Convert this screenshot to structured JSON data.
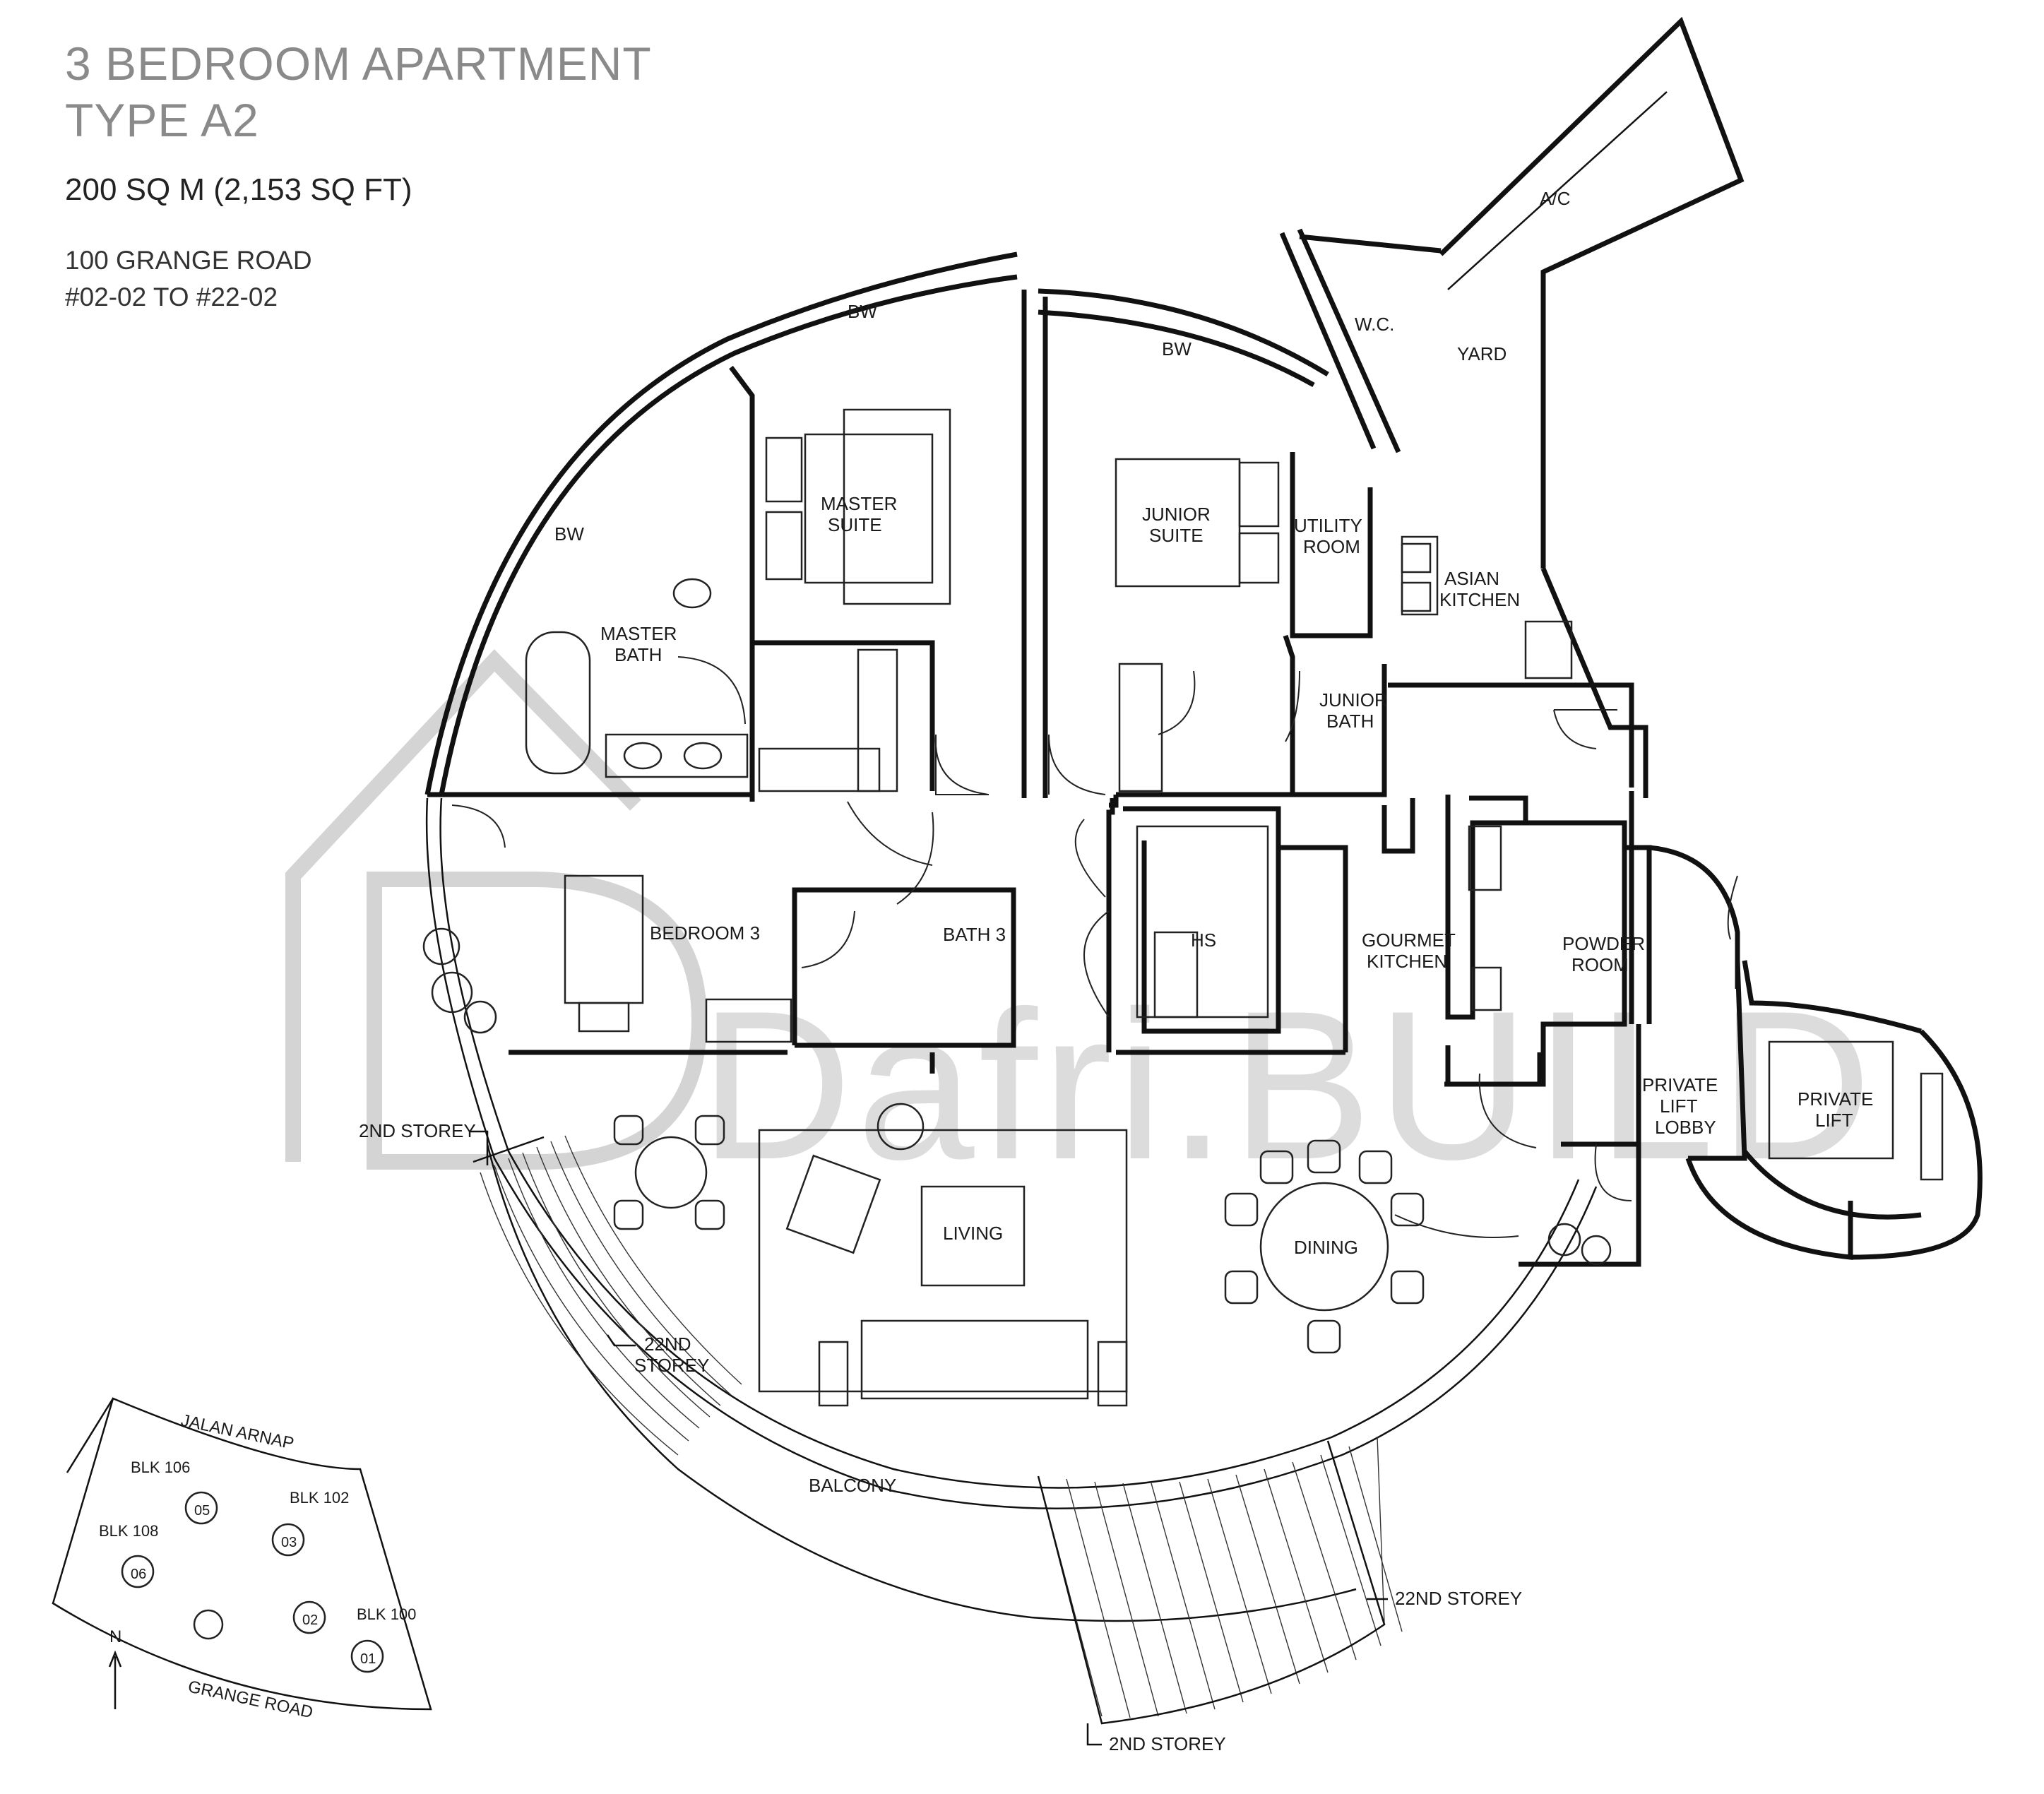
{
  "header": {
    "line1": "3 BEDROOM APARTMENT",
    "line2": "TYPE A2",
    "area": "200 SQ M (2,153 SQ FT)",
    "address": "100 GRANGE ROAD",
    "units": "#02-02 TO #22-02"
  },
  "watermark": "Dafri.BUILD",
  "rooms": {
    "bw_left": "BW",
    "bw_top_left": "BW",
    "bw_top_right": "BW",
    "master_suite": [
      "MASTER",
      "SUITE"
    ],
    "master_bath": [
      "MASTER",
      "BATH"
    ],
    "junior_suite": [
      "JUNIOR",
      "SUITE"
    ],
    "junior_bath": [
      "JUNIOR",
      "BATH"
    ],
    "utility_room": [
      "UTILITY",
      "ROOM"
    ],
    "asian_kitchen": [
      "ASIAN",
      "KITCHEN"
    ],
    "wc": "W.C.",
    "yard": "YARD",
    "ac": "A/C",
    "bedroom3": "BEDROOM 3",
    "bath3": "BATH 3",
    "hs": "HS",
    "gourmet_kitchen": [
      "GOURMET",
      "KITCHEN"
    ],
    "powder_room": [
      "POWDER",
      "ROOM"
    ],
    "private_lift_lobby": [
      "PRIVATE",
      "LIFT",
      "LOBBY"
    ],
    "private_lift": [
      "PRIVATE",
      "LIFT"
    ],
    "living": "LIVING",
    "dining": "DINING",
    "balcony": "BALCONY"
  },
  "annotations": {
    "second_storey_left": "2ND STOREY",
    "twentysecond_storey_left": [
      "22ND",
      "STOREY"
    ],
    "twentysecond_storey_right": "22ND STOREY",
    "second_storey_bottom": "2ND STOREY"
  },
  "key_plan": {
    "road_top": "JALAN ARNAP",
    "road_bottom": "GRANGE ROAD",
    "north": "N",
    "blocks": [
      "BLK 106",
      "BLK 102",
      "BLK 108",
      "BLK 100"
    ],
    "unit_numbers": [
      "05",
      "03",
      "06",
      "02",
      "01"
    ]
  }
}
